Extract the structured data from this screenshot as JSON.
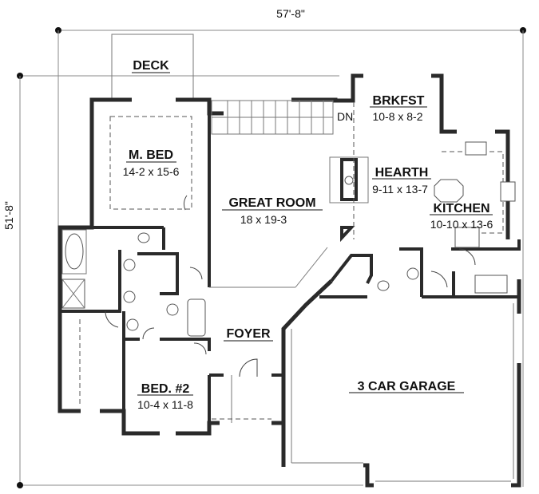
{
  "plan": {
    "overall_width": "57'-8\"",
    "overall_depth": "51'-8\"",
    "stair_label": "DN"
  },
  "rooms": [
    {
      "id": "deck",
      "name": "DECK",
      "dims": ""
    },
    {
      "id": "master-bed",
      "name": "M. BED",
      "dims": "14-2 x 15-6"
    },
    {
      "id": "great-room",
      "name": "GREAT ROOM",
      "dims": "18 x 19-3"
    },
    {
      "id": "brkfst",
      "name": "BRKFST",
      "dims": "10-8 x 8-2"
    },
    {
      "id": "hearth",
      "name": "HEARTH",
      "dims": "9-11 x 13-7"
    },
    {
      "id": "kitchen",
      "name": "KITCHEN",
      "dims": "10-10 x 13-6"
    },
    {
      "id": "foyer",
      "name": "FOYER",
      "dims": ""
    },
    {
      "id": "bed-2",
      "name": "BED. #2",
      "dims": "10-4 x 11-8"
    },
    {
      "id": "garage",
      "name": "3 CAR GARAGE",
      "dims": ""
    }
  ]
}
